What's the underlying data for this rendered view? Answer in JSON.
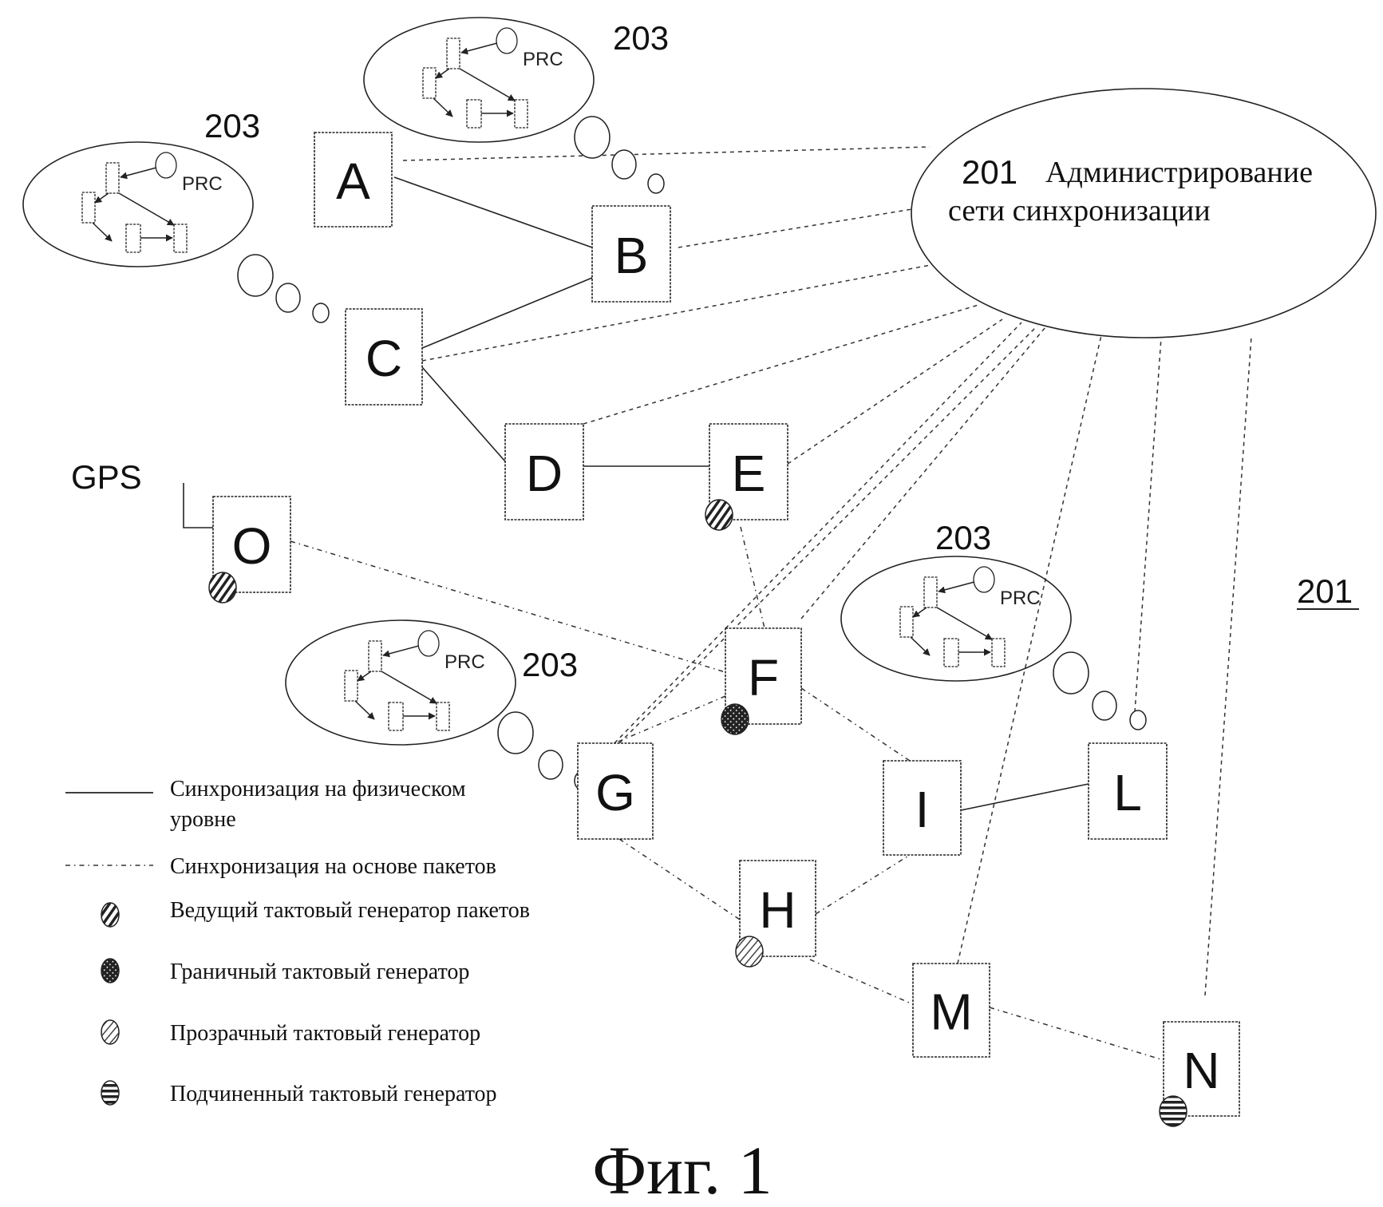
{
  "figure": {
    "caption": "Фиг. 1",
    "reference_label_201": "201",
    "admin": {
      "number": "201",
      "line1": "Администрирование",
      "line2": "сети синхронизации"
    },
    "clusters": [
      {
        "ref": "203",
        "prc_label": "PRC"
      },
      {
        "ref": "203",
        "prc_label": "PRC"
      },
      {
        "ref": "203",
        "prc_label": "PRC"
      },
      {
        "ref": "203",
        "prc_label": "PRC"
      }
    ],
    "gps_label": "GPS",
    "nodes": [
      {
        "id": "A",
        "label": "A"
      },
      {
        "id": "B",
        "label": "B"
      },
      {
        "id": "C",
        "label": "C"
      },
      {
        "id": "D",
        "label": "D"
      },
      {
        "id": "E",
        "label": "E",
        "clock": "packet-master"
      },
      {
        "id": "O",
        "label": "O",
        "clock": "packet-master"
      },
      {
        "id": "F",
        "label": "F",
        "clock": "boundary"
      },
      {
        "id": "G",
        "label": "G"
      },
      {
        "id": "I",
        "label": "I"
      },
      {
        "id": "L",
        "label": "L"
      },
      {
        "id": "H",
        "label": "H",
        "clock": "transparent"
      },
      {
        "id": "M",
        "label": "M"
      },
      {
        "id": "N",
        "label": "N",
        "clock": "slave"
      }
    ],
    "physical_links": [
      [
        "A",
        "B"
      ],
      [
        "B",
        "C"
      ],
      [
        "C",
        "D"
      ],
      [
        "D",
        "E"
      ],
      [
        "I",
        "L"
      ]
    ],
    "packet_links": [
      [
        "O",
        "F"
      ],
      [
        "E",
        "F"
      ],
      [
        "F",
        "G"
      ],
      [
        "F",
        "I"
      ],
      [
        "G",
        "H"
      ],
      [
        "H",
        "I"
      ],
      [
        "H",
        "M"
      ],
      [
        "M",
        "N"
      ]
    ],
    "admin_links": [
      "A",
      "B",
      "C",
      "D",
      "E",
      "F",
      "G",
      "M",
      "L",
      "N"
    ],
    "legend": [
      {
        "symbol": "solid-line",
        "text": "Синхронизация на физическом уровне",
        "line1": "Синхронизация на физическом",
        "line2": "уровне"
      },
      {
        "symbol": "dash-dot-line",
        "text": "Синхронизация на основе пакетов"
      },
      {
        "symbol": "diagonal-hatch-circle",
        "text": "Ведущий тактовый генератор пакетов"
      },
      {
        "symbol": "crosshatch-circle",
        "text": "Граничный тактовый генератор"
      },
      {
        "symbol": "light-diagonal-circle",
        "text": "Прозрачный тактовый генератор"
      },
      {
        "symbol": "horizontal-hatch-circle",
        "text": "Подчиненный тактовый генератор"
      }
    ]
  }
}
